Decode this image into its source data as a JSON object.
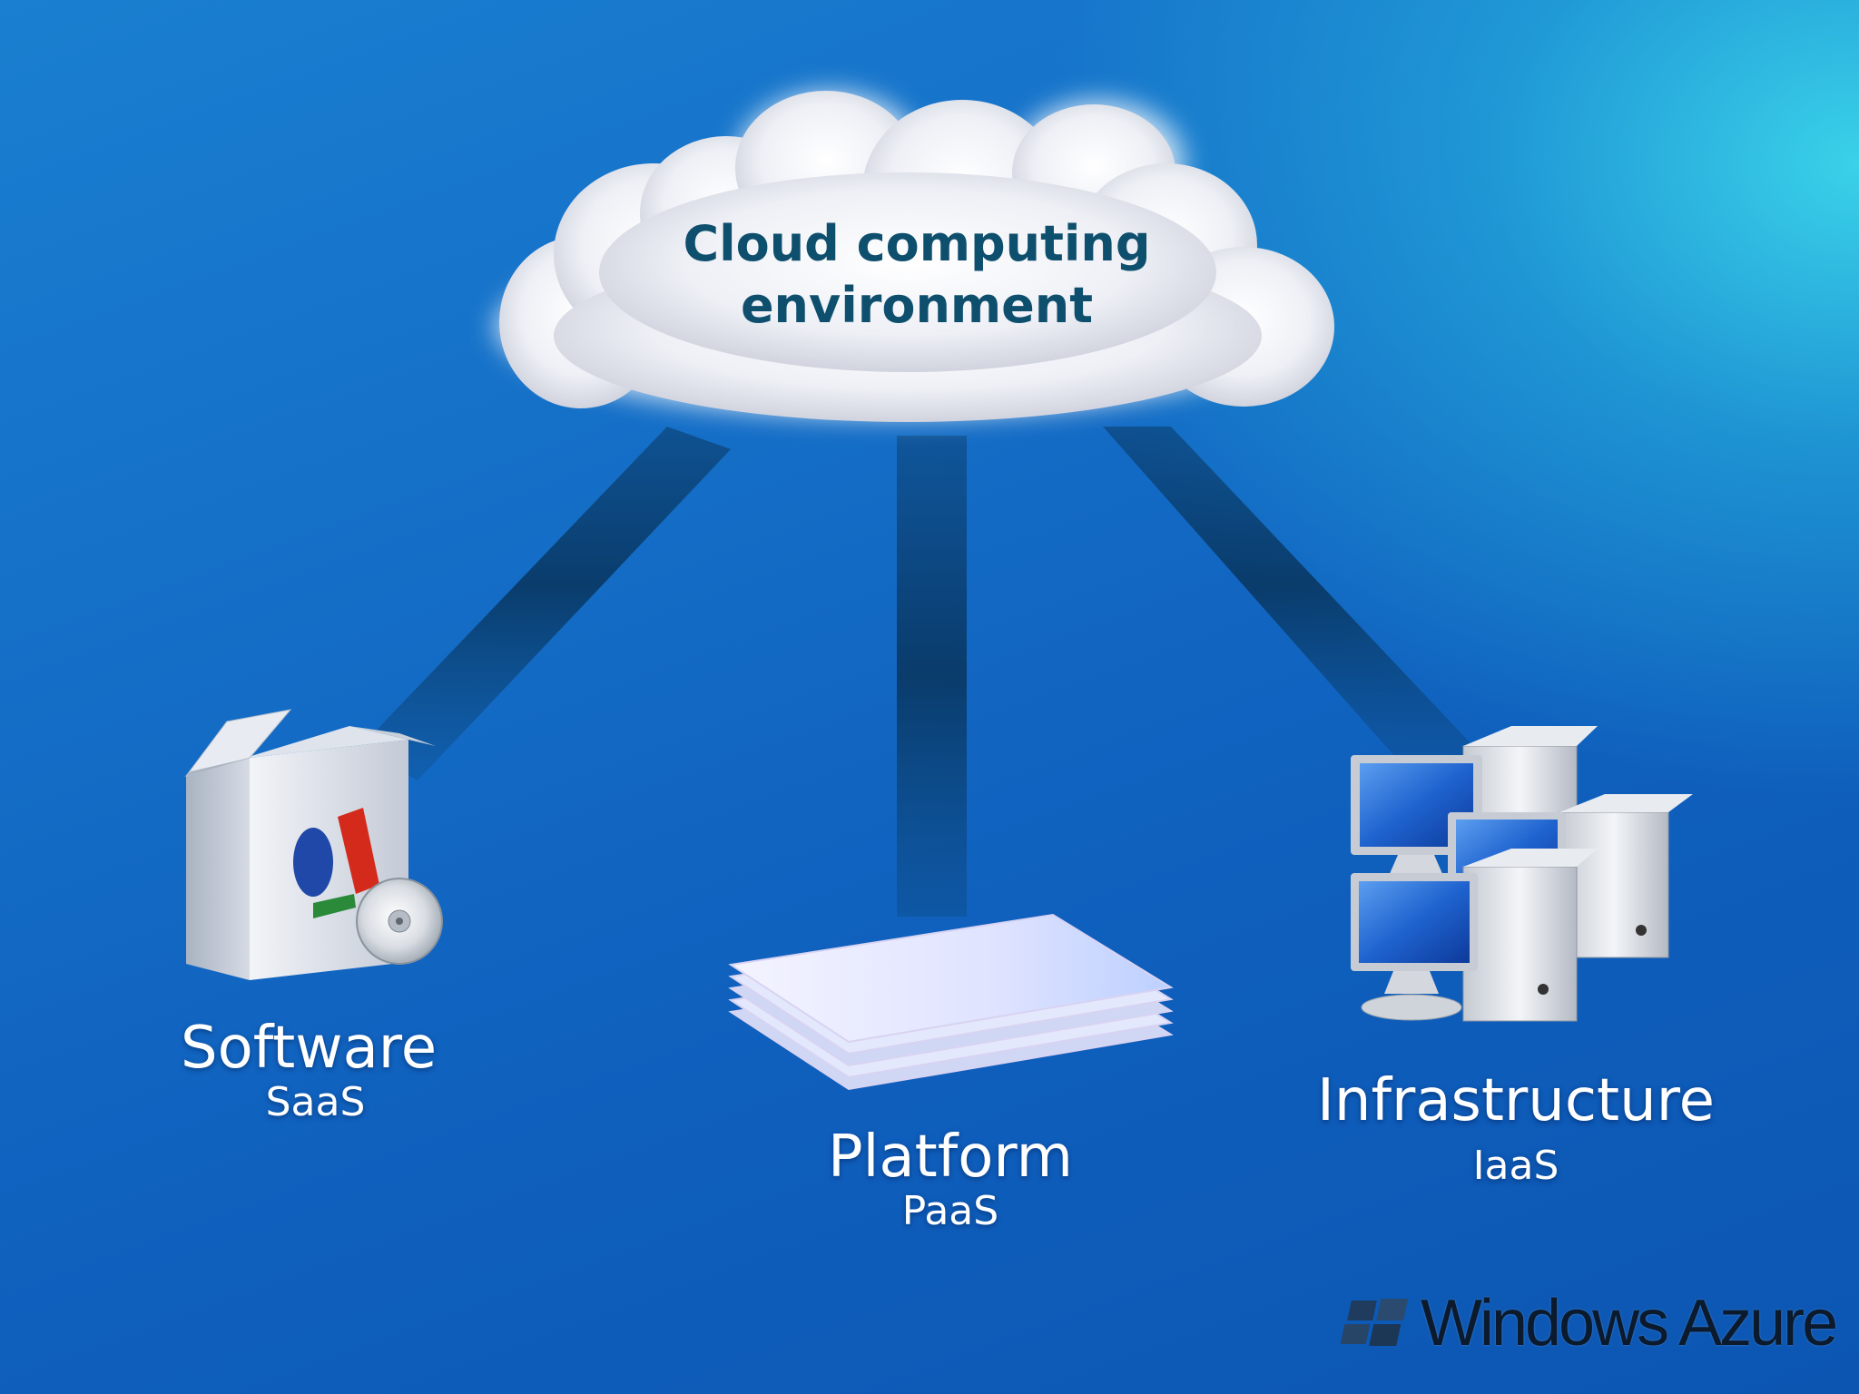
{
  "cloud": {
    "line1": "Cloud computing",
    "line2": "environment"
  },
  "nodes": {
    "software": {
      "label": "Software",
      "sublabel": "SaaS",
      "icon": "software-box-icon"
    },
    "platform": {
      "label": "Platform",
      "sublabel": "PaaS",
      "icon": "platform-stack-icon"
    },
    "infrastructure": {
      "label": "Infrastructure",
      "sublabel": "IaaS",
      "icon": "servers-icon"
    }
  },
  "brand": {
    "name": "Windows Azure",
    "icon": "windows-flag-icon"
  },
  "colors": {
    "background_dark": "#0c56b2",
    "background_light": "#3cd7eb",
    "cloud_text": "#0f4f6e",
    "beam": "#0a3f6e",
    "label_text": "#ffffff"
  }
}
